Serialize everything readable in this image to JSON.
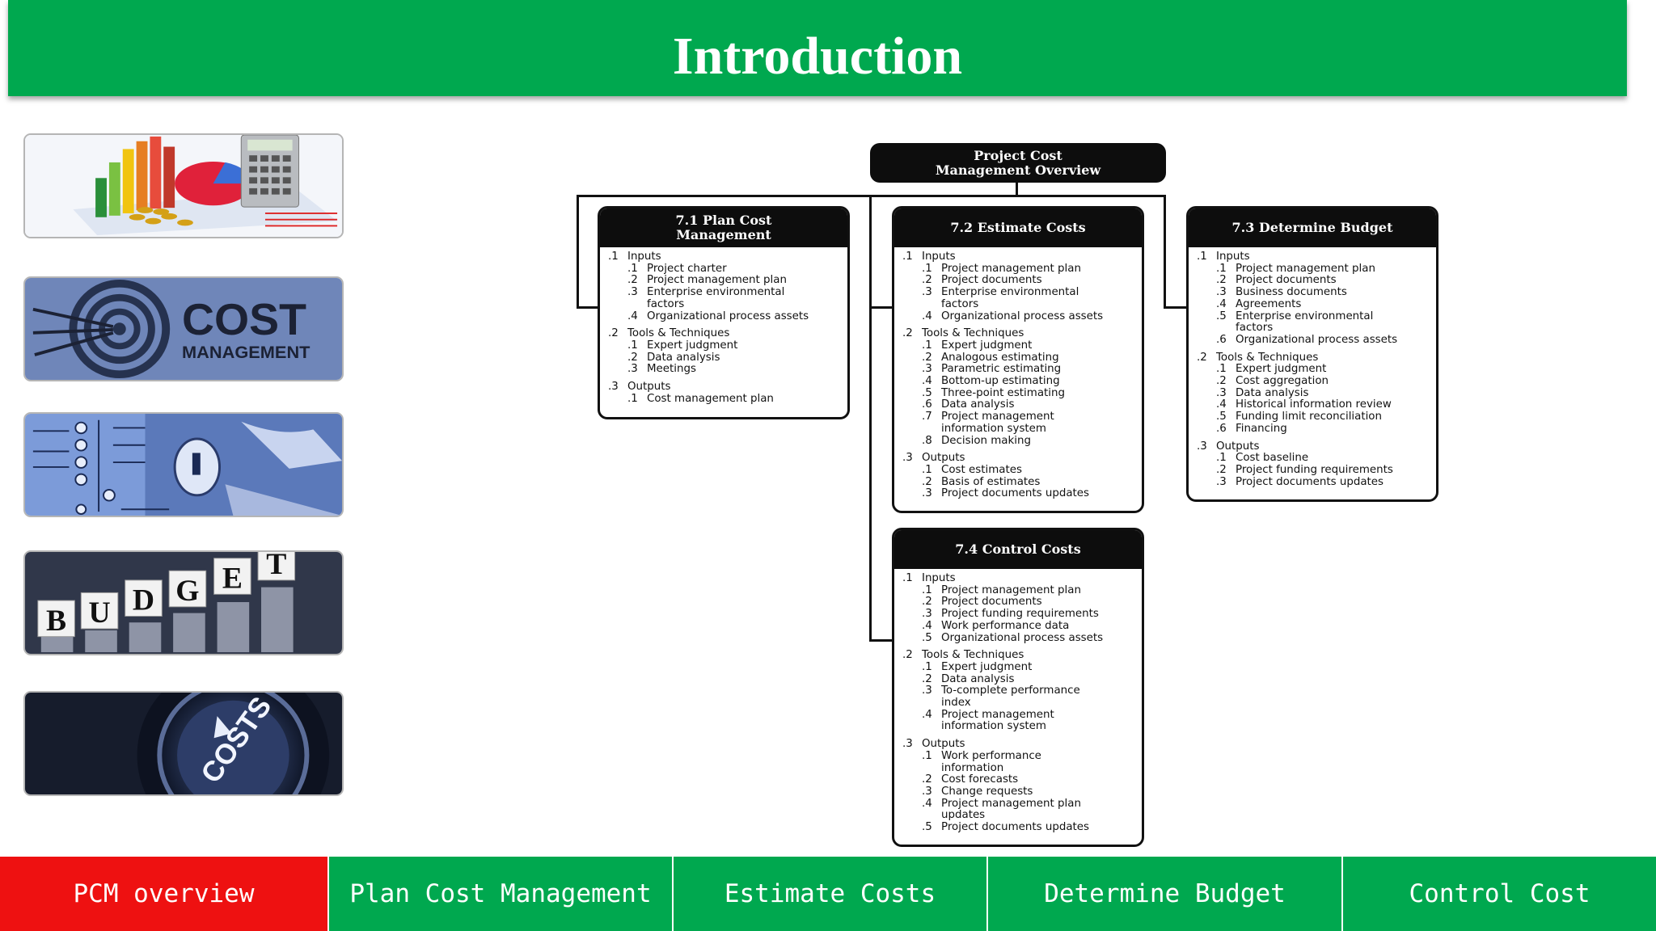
{
  "header": {
    "title": "Introduction"
  },
  "sidebar": {
    "images": [
      {
        "name": "charts-calculator-image",
        "text": ""
      },
      {
        "name": "cost-management-image",
        "text": "COST",
        "subtext": "MANAGEMENT"
      },
      {
        "name": "planning-steps-image",
        "text": ""
      },
      {
        "name": "budget-blocks-image",
        "letters": [
          "B",
          "U",
          "D",
          "G",
          "E",
          "T"
        ]
      },
      {
        "name": "costs-dial-image",
        "text": "COSTS"
      }
    ]
  },
  "diagram": {
    "title": "Project Cost\nManagement Overview",
    "boxes": [
      {
        "title": "7.1 Plan Cost\nManagement",
        "lines": [
          {
            "n": ".1",
            "t": "Inputs",
            "l": 0
          },
          {
            "n": ".1",
            "t": "Project charter",
            "l": 1
          },
          {
            "n": ".2",
            "t": "Project management plan",
            "l": 1
          },
          {
            "n": ".3",
            "t": "Enterprise environmental",
            "l": 1
          },
          {
            "n": "",
            "t": "factors",
            "l": 1
          },
          {
            "n": ".4",
            "t": "Organizational process assets",
            "l": 1
          },
          {
            "gap": true
          },
          {
            "n": ".2",
            "t": "Tools & Techniques",
            "l": 0
          },
          {
            "n": ".1",
            "t": "Expert judgment",
            "l": 1
          },
          {
            "n": ".2",
            "t": "Data analysis",
            "l": 1
          },
          {
            "n": ".3",
            "t": "Meetings",
            "l": 1
          },
          {
            "gap": true
          },
          {
            "n": ".3",
            "t": "Outputs",
            "l": 0
          },
          {
            "n": ".1",
            "t": "Cost management plan",
            "l": 1
          }
        ]
      },
      {
        "title": "7.2 Estimate Costs",
        "lines": [
          {
            "n": ".1",
            "t": "Inputs",
            "l": 0
          },
          {
            "n": ".1",
            "t": "Project management plan",
            "l": 1
          },
          {
            "n": ".2",
            "t": "Project documents",
            "l": 1
          },
          {
            "n": ".3",
            "t": "Enterprise environmental",
            "l": 1
          },
          {
            "n": "",
            "t": "factors",
            "l": 1
          },
          {
            "n": ".4",
            "t": "Organizational process assets",
            "l": 1
          },
          {
            "gap": true
          },
          {
            "n": ".2",
            "t": "Tools & Techniques",
            "l": 0
          },
          {
            "n": ".1",
            "t": "Expert judgment",
            "l": 1
          },
          {
            "n": ".2",
            "t": "Analogous estimating",
            "l": 1
          },
          {
            "n": ".3",
            "t": "Parametric estimating",
            "l": 1
          },
          {
            "n": ".4",
            "t": "Bottom-up estimating",
            "l": 1
          },
          {
            "n": ".5",
            "t": "Three-point estimating",
            "l": 1
          },
          {
            "n": ".6",
            "t": "Data analysis",
            "l": 1
          },
          {
            "n": ".7",
            "t": "Project management",
            "l": 1
          },
          {
            "n": "",
            "t": "information system",
            "l": 1
          },
          {
            "n": ".8",
            "t": "Decision making",
            "l": 1
          },
          {
            "gap": true
          },
          {
            "n": ".3",
            "t": "Outputs",
            "l": 0
          },
          {
            "n": ".1",
            "t": "Cost estimates",
            "l": 1
          },
          {
            "n": ".2",
            "t": "Basis of estimates",
            "l": 1
          },
          {
            "n": ".3",
            "t": "Project documents updates",
            "l": 1
          }
        ]
      },
      {
        "title": "7.3 Determine Budget",
        "lines": [
          {
            "n": ".1",
            "t": "Inputs",
            "l": 0
          },
          {
            "n": ".1",
            "t": "Project management plan",
            "l": 1
          },
          {
            "n": ".2",
            "t": "Project documents",
            "l": 1
          },
          {
            "n": ".3",
            "t": "Business documents",
            "l": 1
          },
          {
            "n": ".4",
            "t": "Agreements",
            "l": 1
          },
          {
            "n": ".5",
            "t": "Enterprise environmental",
            "l": 1
          },
          {
            "n": "",
            "t": "factors",
            "l": 1
          },
          {
            "n": ".6",
            "t": "Organizational process assets",
            "l": 1
          },
          {
            "gap": true
          },
          {
            "n": ".2",
            "t": "Tools & Techniques",
            "l": 0
          },
          {
            "n": ".1",
            "t": "Expert judgment",
            "l": 1
          },
          {
            "n": ".2",
            "t": "Cost aggregation",
            "l": 1
          },
          {
            "n": ".3",
            "t": "Data analysis",
            "l": 1
          },
          {
            "n": ".4",
            "t": "Historical information review",
            "l": 1
          },
          {
            "n": ".5",
            "t": "Funding limit reconciliation",
            "l": 1
          },
          {
            "n": ".6",
            "t": "Financing",
            "l": 1
          },
          {
            "gap": true
          },
          {
            "n": ".3",
            "t": "Outputs",
            "l": 0
          },
          {
            "n": ".1",
            "t": "Cost baseline",
            "l": 1
          },
          {
            "n": ".2",
            "t": "Project funding requirements",
            "l": 1
          },
          {
            "n": ".3",
            "t": "Project documents updates",
            "l": 1
          }
        ]
      },
      {
        "title": "7.4 Control Costs",
        "lines": [
          {
            "n": ".1",
            "t": "Inputs",
            "l": 0
          },
          {
            "n": ".1",
            "t": "Project management plan",
            "l": 1
          },
          {
            "n": ".2",
            "t": "Project documents",
            "l": 1
          },
          {
            "n": ".3",
            "t": "Project funding requirements",
            "l": 1
          },
          {
            "n": ".4",
            "t": "Work performance data",
            "l": 1
          },
          {
            "n": ".5",
            "t": "Organizational process assets",
            "l": 1
          },
          {
            "gap": true
          },
          {
            "n": ".2",
            "t": "Tools & Techniques",
            "l": 0
          },
          {
            "n": ".1",
            "t": "Expert judgment",
            "l": 1
          },
          {
            "n": ".2",
            "t": "Data analysis",
            "l": 1
          },
          {
            "n": ".3",
            "t": "To-complete performance",
            "l": 1
          },
          {
            "n": "",
            "t": "index",
            "l": 1
          },
          {
            "n": ".4",
            "t": "Project management",
            "l": 1
          },
          {
            "n": "",
            "t": "information system",
            "l": 1
          },
          {
            "gap": true
          },
          {
            "n": ".3",
            "t": "Outputs",
            "l": 0
          },
          {
            "n": ".1",
            "t": "Work performance",
            "l": 1
          },
          {
            "n": "",
            "t": "information",
            "l": 1
          },
          {
            "n": ".2",
            "t": "Cost forecasts",
            "l": 1
          },
          {
            "n": ".3",
            "t": "Change requests",
            "l": 1
          },
          {
            "n": ".4",
            "t": "Project management plan",
            "l": 1
          },
          {
            "n": "",
            "t": "updates",
            "l": 1
          },
          {
            "n": ".5",
            "t": "Project documents updates",
            "l": 1
          }
        ]
      }
    ]
  },
  "nav": {
    "items": [
      {
        "label": "PCM overview",
        "color": "#ee1111",
        "active": true
      },
      {
        "label": "Plan Cost Management",
        "color": "#00a84f"
      },
      {
        "label": "Estimate Costs",
        "color": "#00a84f"
      },
      {
        "label": "Determine Budget",
        "color": "#00a84f"
      },
      {
        "label": "Control Cost",
        "color": "#00a84f"
      }
    ]
  }
}
